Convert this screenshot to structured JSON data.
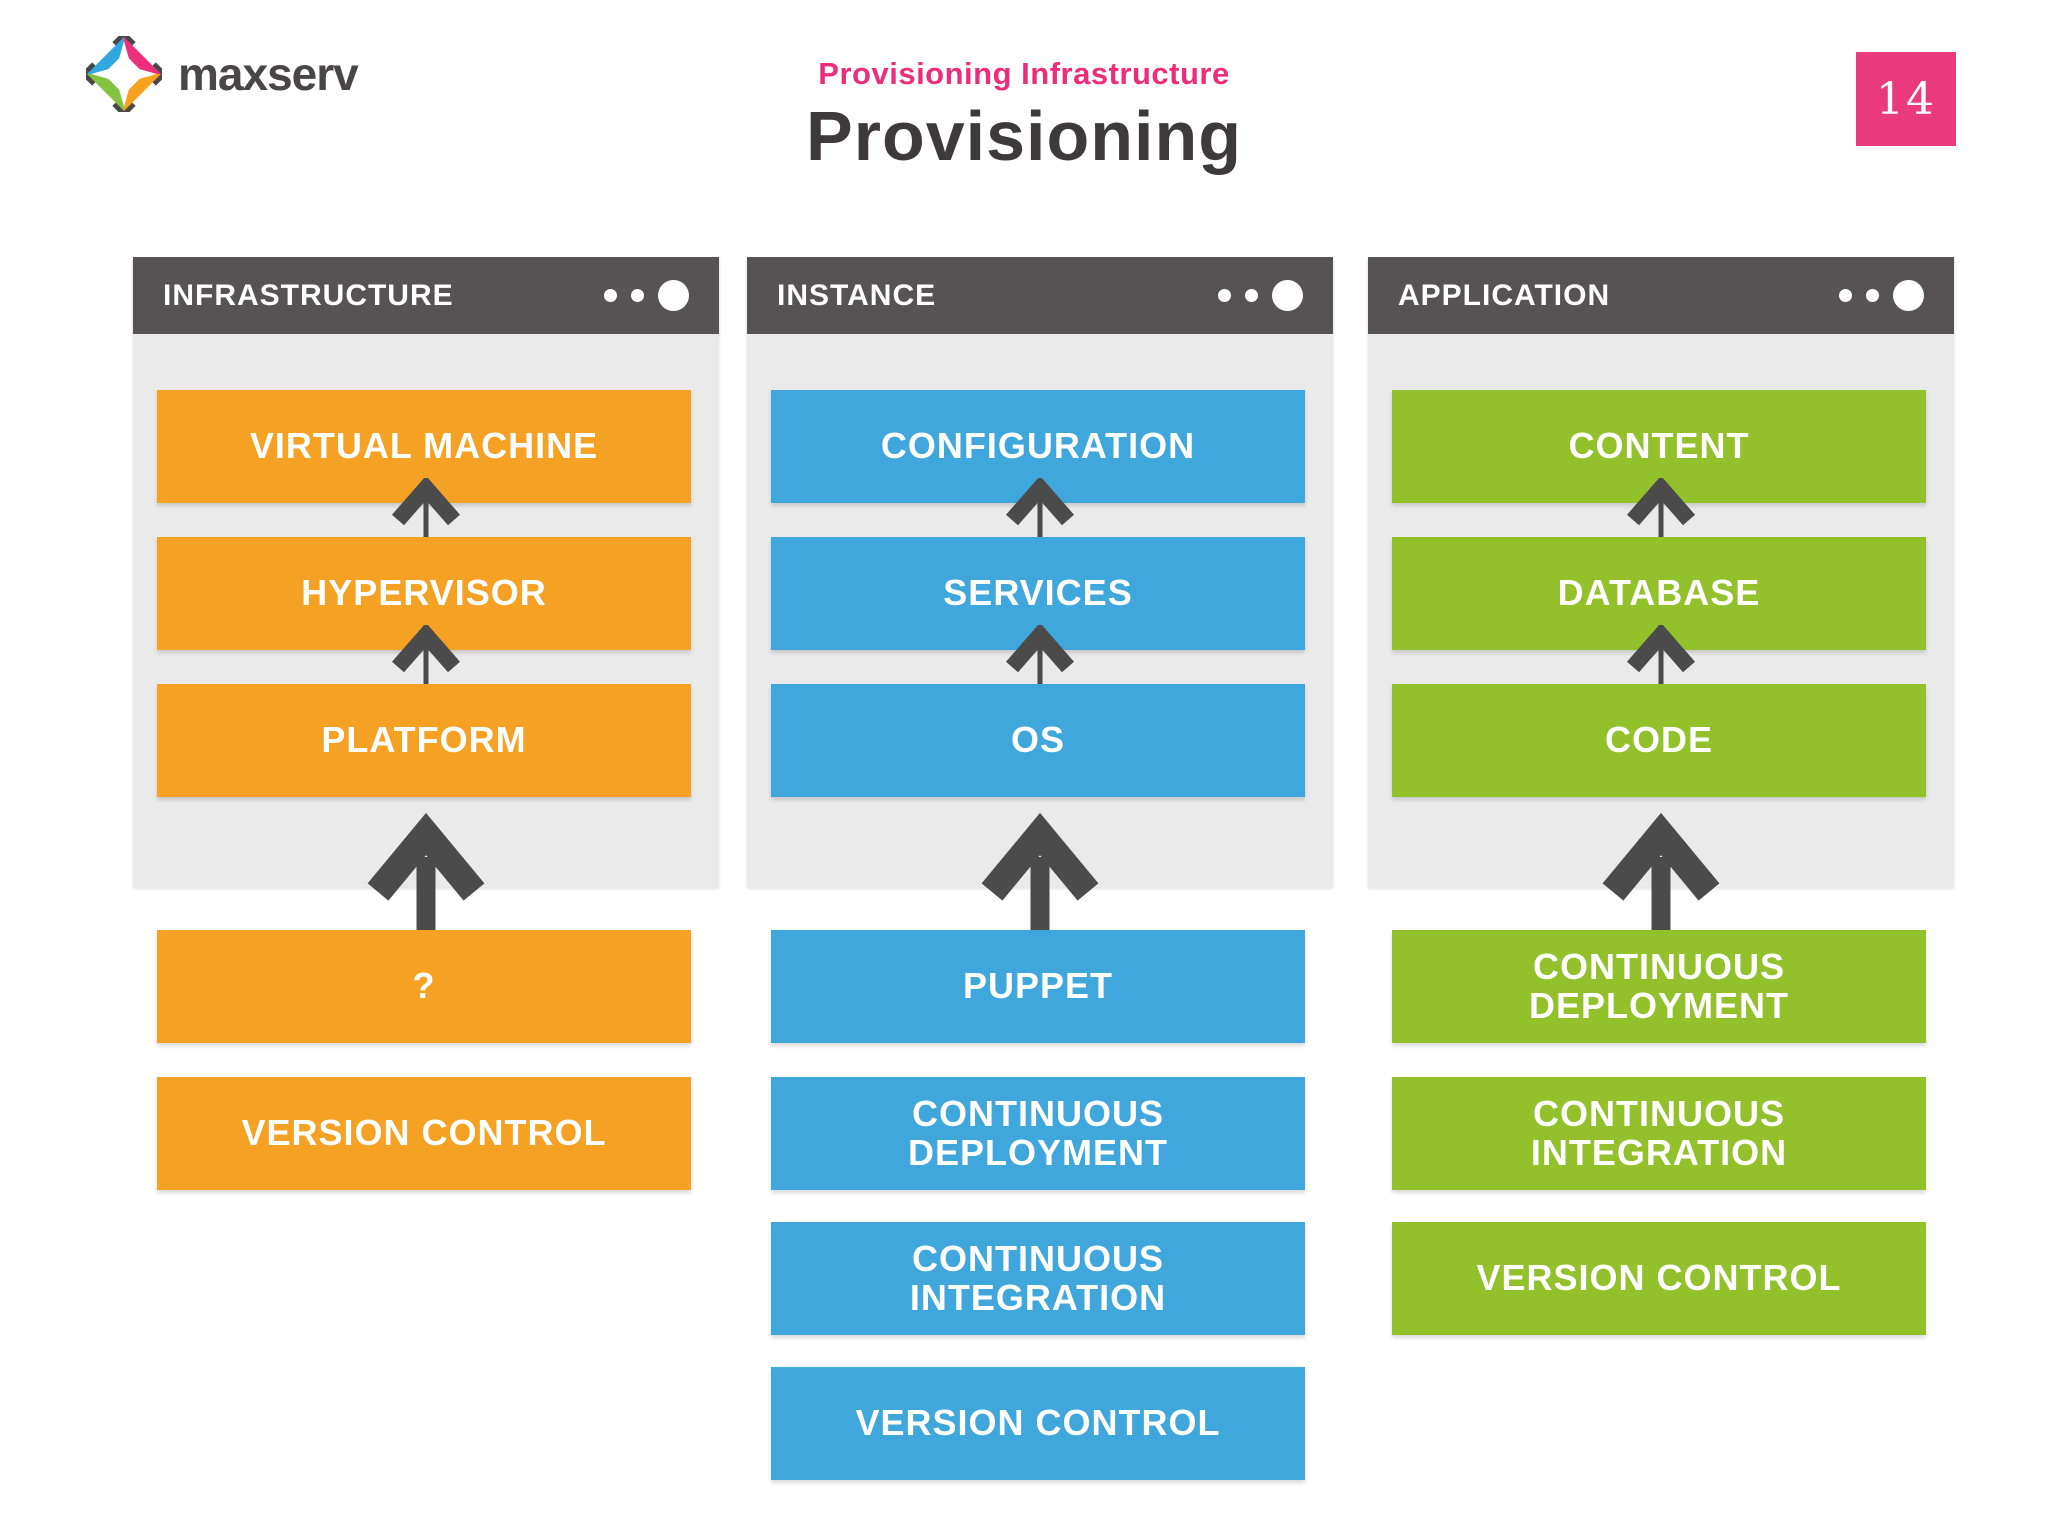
{
  "slide": {
    "logo_text": "maxserv",
    "kicker": "Provisioning Infrastructure",
    "title": "Provisioning",
    "page_number": "14"
  },
  "colors": {
    "accent_pink": "#EB2D7B",
    "title_dark": "#3E3A3B",
    "panel_header_gray": "#575254",
    "panel_body_gray": "#EBEAEA",
    "arrow_gray": "#4B4B4B",
    "orange": "#F5A124",
    "blue": "#3FA7DB",
    "green": "#92C12B",
    "logo_blue": "#2FA9E0",
    "logo_pink": "#EC2F7C",
    "logo_green": "#84C341",
    "logo_orange": "#F7A21E"
  },
  "panels": [
    {
      "title": "INFRASTRUCTURE",
      "color": "#F5A124",
      "stack": [
        "VIRTUAL MACHINE",
        "HYPERVISOR",
        "PLATFORM"
      ],
      "below": [
        "?",
        "VERSION CONTROL"
      ]
    },
    {
      "title": "INSTANCE",
      "color": "#3FA7DB",
      "stack": [
        "CONFIGURATION",
        "SERVICES",
        "OS"
      ],
      "below": [
        "PUPPET",
        "CONTINUOUS\nDEPLOYMENT",
        "CONTINUOUS\nINTEGRATION",
        "VERSION CONTROL"
      ]
    },
    {
      "title": "APPLICATION",
      "color": "#92C12B",
      "stack": [
        "CONTENT",
        "DATABASE",
        "CODE"
      ],
      "below": [
        "CONTINUOUS\nDEPLOYMENT",
        "CONTINUOUS\nINTEGRATION",
        "VERSION CONTROL"
      ]
    }
  ]
}
